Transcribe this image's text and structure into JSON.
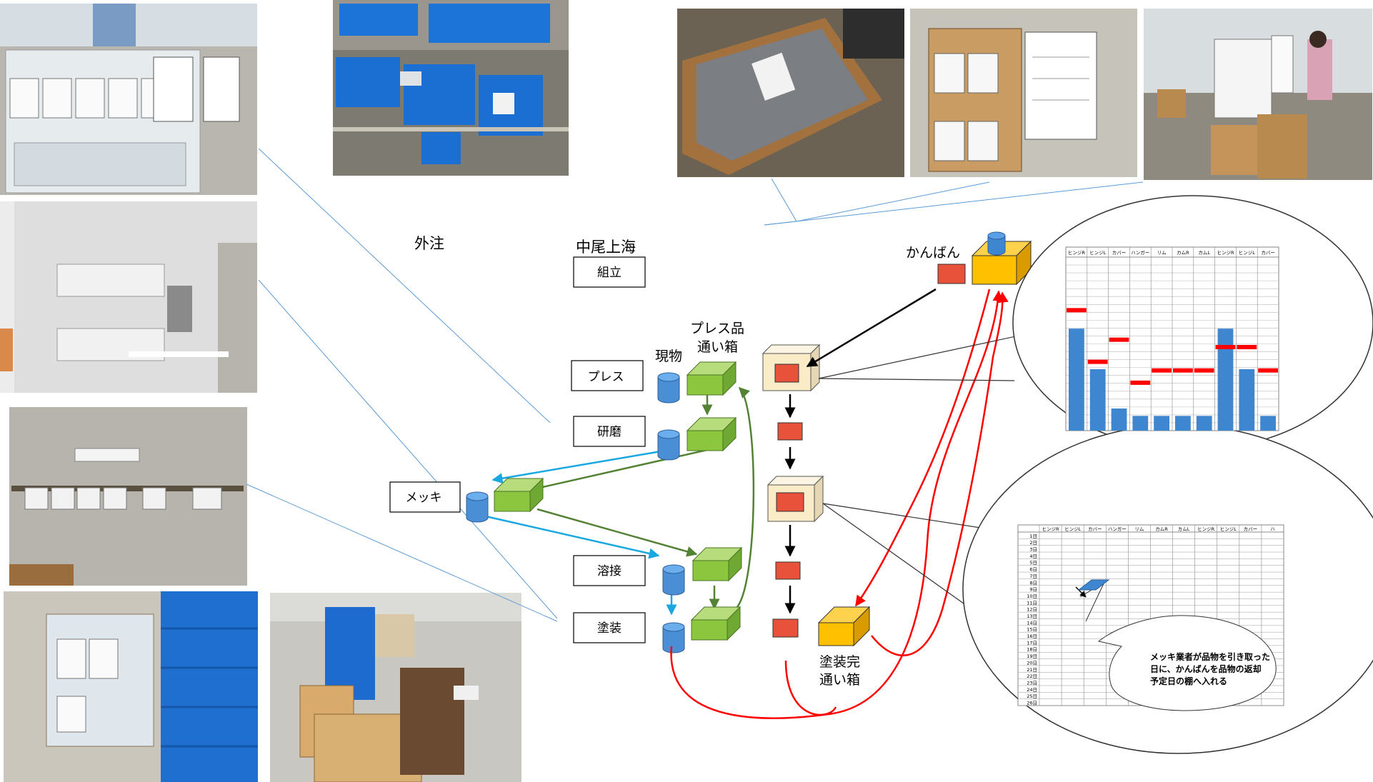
{
  "labels": {
    "outsourcing": "外注",
    "factory": "中尾上海",
    "kanban": "かんばん",
    "actual_goods": "現物",
    "press_box_1": "プレス品",
    "press_box_2": "通い箱",
    "paint_box_1": "塗装完",
    "paint_box_2": "通い箱"
  },
  "processes": {
    "assembly": "組立",
    "press": "プレス",
    "polish": "研磨",
    "plating": "メッキ",
    "welding": "溶接",
    "painting": "塗装"
  },
  "chart1": {
    "headers": [
      "ヒンジR",
      "ヒンジL",
      "カバー",
      "ハンガー",
      "リム",
      "カムR",
      "カムL",
      "ヒンジR",
      "ヒンジL",
      "カバー"
    ],
    "levels": [
      0.83,
      0.5,
      0.18,
      0.12,
      0.12,
      0.12,
      0.12,
      0.83,
      0.5,
      0.12
    ],
    "markers": [
      0.98,
      0.56,
      0.74,
      0.39,
      0.49,
      0.49,
      0.49,
      0.68,
      0.68,
      0.49
    ],
    "bar_color": "#3f86d0",
    "marker_color": "#ff0000"
  },
  "chart2": {
    "headers": [
      "ヒンジR",
      "ヒンジL",
      "カバー",
      "ハンガー",
      "リム",
      "カムR",
      "カムL",
      "ヒンジR",
      "ヒンジL",
      "カバー",
      "ハ"
    ],
    "days": [
      "1日",
      "2日",
      "3日",
      "4日",
      "5日",
      "6日",
      "7日",
      "8日",
      "9日",
      "10日",
      "11日",
      "12日",
      "13日",
      "14日",
      "15日",
      "16日",
      "17日",
      "18日",
      "19日",
      "20日",
      "21日",
      "22日",
      "23日",
      "24日",
      "25日",
      "26日"
    ],
    "callout": [
      "メッキ業者が品物を引き取った",
      "日に、かんばんを品物の返却",
      "予定日の棚へ入れる"
    ]
  },
  "photos": [
    {
      "name": "photo-kanban-board-wall"
    },
    {
      "name": "photo-blue-crates-shelf"
    },
    {
      "name": "photo-wooden-tray-parts"
    },
    {
      "name": "photo-kanban-notice-board"
    },
    {
      "name": "photo-assembly-line"
    },
    {
      "name": "photo-wall-shelf-kanban"
    },
    {
      "name": "photo-kanban-rail-wall"
    },
    {
      "name": "photo-kanban-box-painting"
    },
    {
      "name": "photo-wooden-trays-crates"
    }
  ],
  "colors": {
    "actual": "#4a8fd6",
    "box_green": "#8cc63f",
    "kanban_red": "#e8513a",
    "box_yellow": "#ffc000",
    "post_cream": "#fbecc8",
    "arrow_blue": "#18a7e0",
    "arrow_green": "#548235",
    "arrow_red": "#ff0000",
    "leader_blue": "#5b9bd5"
  }
}
